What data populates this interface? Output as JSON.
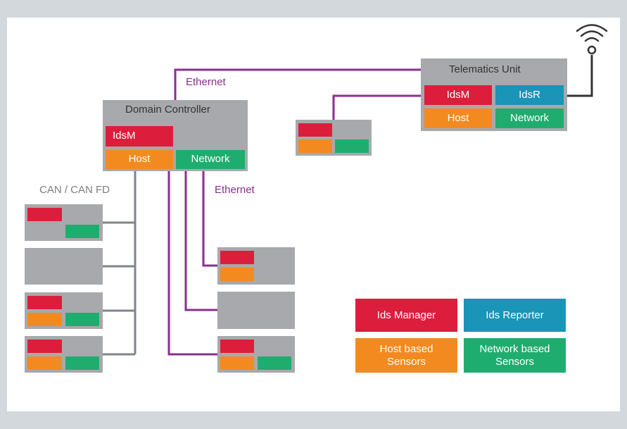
{
  "labels": {
    "ethernet_top": "Ethernet",
    "ethernet_mid": "Ethernet",
    "can": "CAN / CAN FD"
  },
  "domain_controller": {
    "title": "Domain Controller",
    "idsm": "IdsM",
    "host": "Host",
    "network": "Network"
  },
  "telematics_unit": {
    "title": "Telematics Unit",
    "idsm": "IdsM",
    "idsr": "IdsR",
    "host": "Host",
    "network": "Network"
  },
  "legend": {
    "ids_manager": "Ids Manager",
    "ids_reporter": "Ids Reporter",
    "host_sensors": "Host based Sensors",
    "network_sensors": "Network based Sensors"
  },
  "colors": {
    "ids_manager": "#dc1e3c",
    "ids_reporter": "#1a94b7",
    "host_sensors": "#f38a1f",
    "network_sensors": "#1fad6f",
    "ethernet_line": "#8a2e8f",
    "can_line": "#7d858c",
    "antenna_line": "#333333",
    "ecu_box": "#a7a9ac"
  },
  "icons": {
    "antenna": "antenna-icon"
  }
}
